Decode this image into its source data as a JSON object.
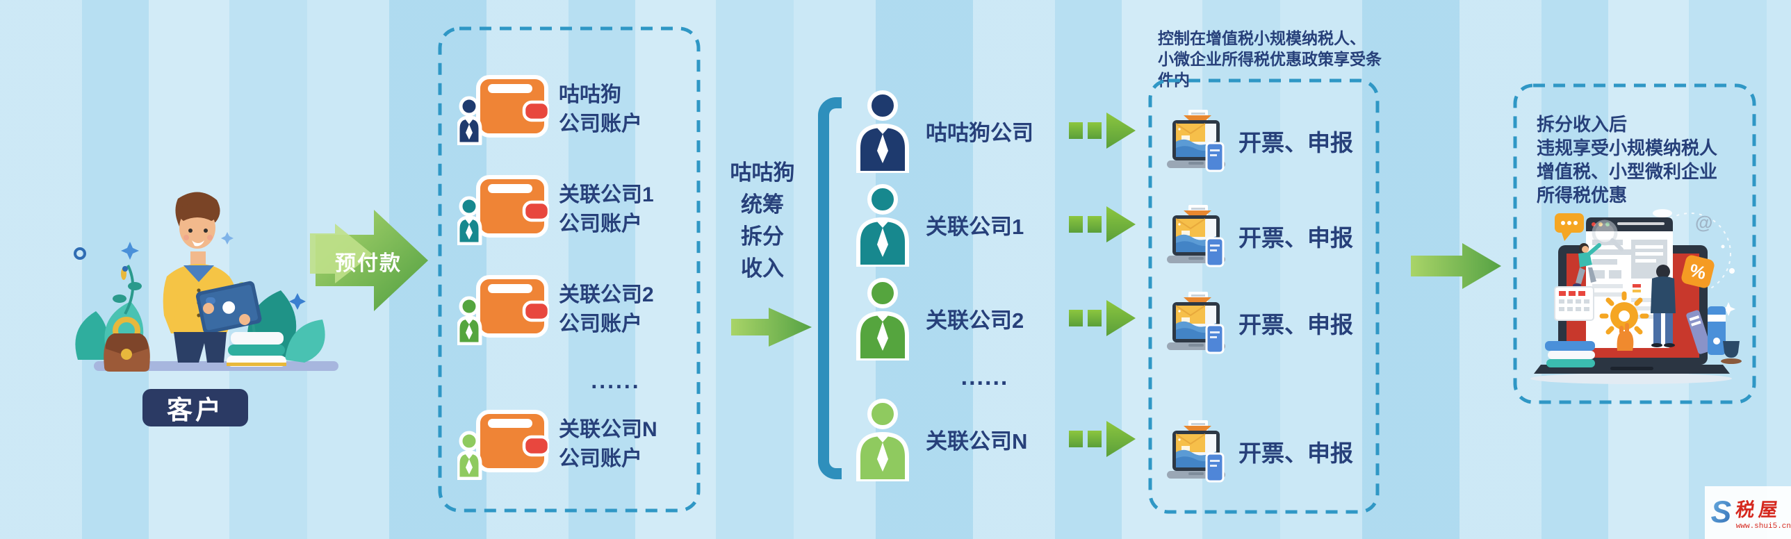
{
  "customer": {
    "label": "客户"
  },
  "flow": {
    "prepay_label": "预付款",
    "mid_label": "咕咕狗\n统筹\n拆分\n收入",
    "caption": "控制在增值税小规模纳税人、\n小微企业所得税优惠政策享受条件内",
    "result_text": "拆分收入后\n违规享受小规模纳税人\n增值税、小型微利企业\n所得税优惠"
  },
  "accounts": {
    "ellipsis": "......",
    "items": [
      {
        "line1": "咕咕狗",
        "line2": "公司账户",
        "color": "#1e3a6e"
      },
      {
        "line1": "关联公司1",
        "line2": "公司账户",
        "color": "#17888e"
      },
      {
        "line1": "关联公司2",
        "line2": "公司账户",
        "color": "#55a53e"
      },
      {
        "line1": "关联公司N",
        "line2": "公司账户",
        "color": "#8fca5f"
      }
    ]
  },
  "companies": {
    "ellipsis": "......",
    "items": [
      {
        "label": "咕咕狗公司",
        "color": "#1e3a6e"
      },
      {
        "label": "关联公司1",
        "color": "#17888e"
      },
      {
        "label": "关联公司2",
        "color": "#55a53e"
      },
      {
        "label": "关联公司N",
        "color": "#8fca5f"
      }
    ]
  },
  "filing": {
    "items": [
      "开票、申报",
      "开票、申报",
      "开票、申报",
      "开票、申报"
    ]
  },
  "illustration": {
    "percent_badge": "%",
    "at_symbol": "@"
  },
  "watermark": {
    "logo": "S",
    "brand": "税屋",
    "url": "www.shui5.cn"
  },
  "colors": {
    "text_navy": "#27407a",
    "dash_teal": "#2f97c5",
    "bracket_teal": "#2e8fbc",
    "arrow_green_light": "#a9d468",
    "arrow_green_dark": "#4f9e40",
    "wallet_orange": "#ef8436",
    "wallet_card_red": "#e8473e",
    "badge_navy": "#2b3a64"
  }
}
